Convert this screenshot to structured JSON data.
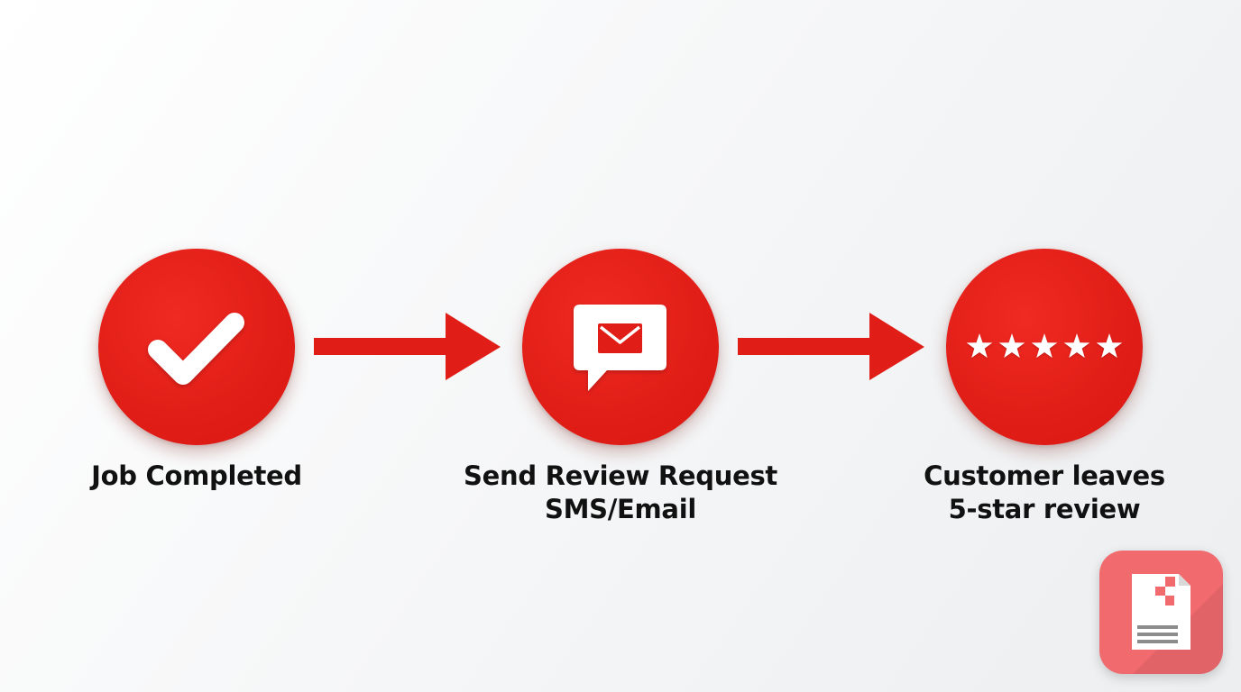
{
  "steps": [
    {
      "label_lines": [
        "Job Completed"
      ],
      "icon": "checkmark-icon"
    },
    {
      "label_lines": [
        "Send Review Request",
        "SMS/Email"
      ],
      "icon": "message-envelope-icon"
    },
    {
      "label_lines": [
        "Customer leaves",
        "5-star review"
      ],
      "icon": "five-stars-icon"
    }
  ],
  "colors": {
    "accent": "#e11d17",
    "text": "#111111",
    "badge": "#f06a6e"
  },
  "badge_icon": "document-app-icon"
}
